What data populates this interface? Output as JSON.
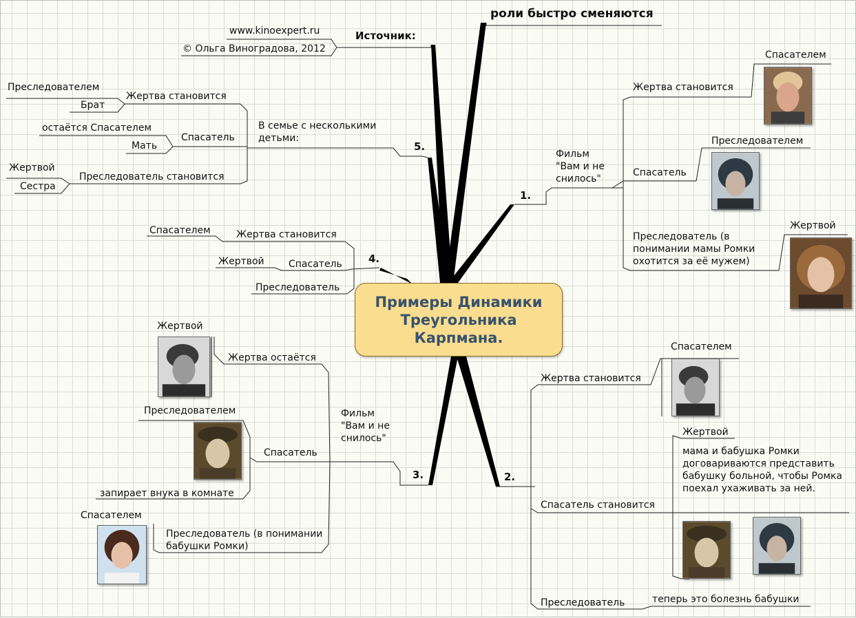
{
  "central_topic": "Примеры Динамики Треугольника Карпмана.",
  "top_note": "роли быстро сменяются",
  "source": {
    "label": "Источник:",
    "site": "www.kinoexpert.ru",
    "author": "© Ольга Виноградова, 2012"
  },
  "branch1": {
    "number": "1.",
    "film": "Фильм \"Вам и не снилось\"",
    "victim": "Жертва становится",
    "victim_role": "Спасателем",
    "rescuer": "Спасатель",
    "rescuer_role": "Преследователем",
    "persecutor": "Преследователь (в понимании мамы Ромки охотится за её мужем)",
    "persecutor_role": "Жертвой"
  },
  "branch2": {
    "number": "2.",
    "victim": "Жертва становится",
    "victim_role": "Спасателем",
    "rescuer": "Спасатель становится",
    "rescuer_role": "Жертвой",
    "rescuer_note": "мама и бабушка Ромки договариваются представить бабушку больной, чтобы Ромка поехал ухаживать за ней.",
    "persecutor": "Преследователь",
    "persecutor_note": "теперь это болезнь бабушки"
  },
  "branch3": {
    "number": "3.",
    "film": "Фильм \"Вам и не снилось\"",
    "victim": "Жертва остаётся",
    "victim_role": "Жертвой",
    "rescuer": "Спасатель",
    "rescuer_role": "Преследователем",
    "rescuer_note": "запирает внука в комнате",
    "persecutor": "Преследователь (в понимании бабушки Ромки)",
    "persecutor_role": "Спасателем"
  },
  "branch4": {
    "number": "4.",
    "victim": "Жертва становится",
    "victim_role": "Спасателем",
    "rescuer": "Спасатель",
    "rescuer_role": "Жертвой",
    "persecutor": "Преследователь"
  },
  "branch5": {
    "number": "5.",
    "family": "В семье с несколькими детьми:",
    "victim": "Жертва становится",
    "victim_role": "Преследователем",
    "victim_who": "Брат",
    "rescuer": "Спасатель",
    "rescuer_role": "остаётся Спасателем",
    "rescuer_who": "Мать",
    "persecutor": "Преследователь становится",
    "persecutor_role": "Жертвой",
    "persecutor_who": "Сестра"
  }
}
